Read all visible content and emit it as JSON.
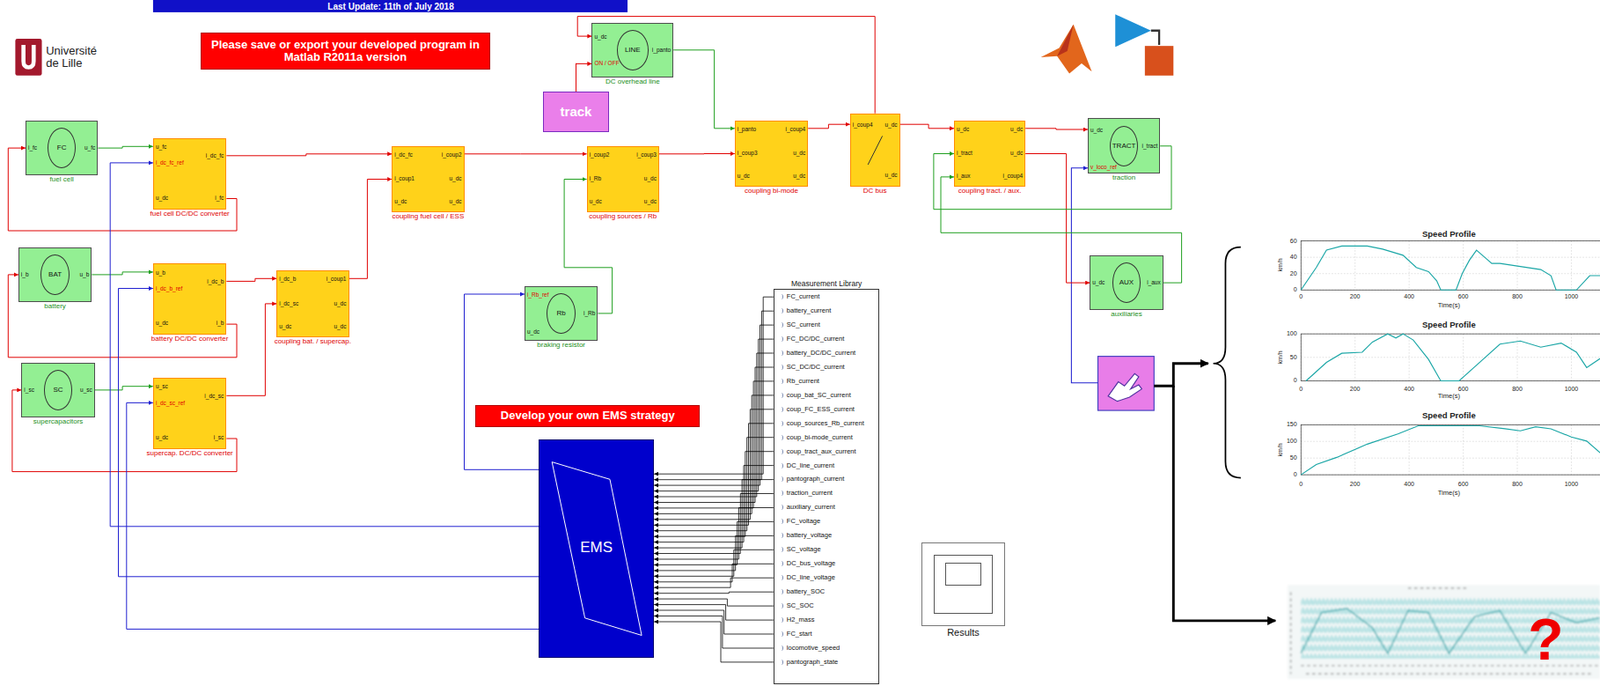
{
  "diagram": {
    "nodes": [
      {
        "text": [
          "Please save or export your developed program in Matlab R2011a version"
        ]
      },
      {
        "text": [
          "LINE",
          "u_dc",
          "ON / OFF",
          "i_panto",
          "DC overhead line"
        ]
      },
      {
        "text": [
          "track"
        ]
      },
      {
        "text": [
          "FC",
          "i_fc",
          "u_fc",
          "fuel cell"
        ]
      },
      {
        "text": [
          "u_fc",
          "i_dc_fc_ref",
          "u_dc",
          "i_dc_fc",
          "i_fc",
          "fuel cell DC/DC converter"
        ]
      },
      {
        "text": [
          "i_dc_fc",
          "i_coup1",
          "u_dc",
          "i_coup2",
          "u_dc",
          "u_dc",
          "coupling fuel cell / ESS"
        ]
      },
      {
        "text": [
          "i_coup2",
          "i_Rb",
          "u_dc",
          "i_coup3",
          "u_dc",
          "u_dc",
          "coupling sources / Rb"
        ]
      },
      {
        "text": [
          "i_panto",
          "i_coup3",
          "u_dc",
          "i_coup4",
          "u_dc",
          "u_dc",
          "coupling bi-mode"
        ]
      },
      {
        "text": [
          "i_coup4",
          "u_dc",
          "u_dc",
          "DC bus"
        ]
      },
      {
        "text": [
          "u_dc",
          "i_tract",
          "i_aux",
          "u_dc",
          "u_dc",
          "i_coup4",
          "coupling tract. / aux."
        ]
      },
      {
        "text": [
          "TRACT",
          "u_dc",
          "v_loco_ref",
          "i_tract",
          "traction"
        ]
      },
      {
        "text": [
          "BAT",
          "i_b",
          "u_b",
          "battery"
        ]
      },
      {
        "text": [
          "u_b",
          "i_dc_b_ref",
          "u_dc",
          "i_dc_b",
          "i_b",
          "battery DC/DC converter"
        ]
      },
      {
        "text": [
          "i_dc_b",
          "i_dc_sc",
          "u_dc",
          "i_coup1",
          "u_dc",
          "u_dc",
          "coupling bat. / supercap."
        ]
      },
      {
        "text": [
          "Rb",
          "i_Rb_ref",
          "u_dc",
          "i_Rb",
          "braking resistor"
        ]
      },
      {
        "text": [
          "AUX",
          "u_dc",
          "i_aux",
          "auxiliaries"
        ]
      },
      {
        "text": [
          "SC",
          "i_sc",
          "u_sc",
          "supercapacitors"
        ]
      },
      {
        "text": [
          "u_sc",
          "i_dc_sc_ref",
          "u_dc",
          "i_dc_sc",
          "i_sc",
          "supercap. DC/DC converter"
        ]
      },
      {
        "text": [
          "Develop your own EMS strategy"
        ]
      },
      {
        "text": [
          "EMS"
        ]
      },
      {
        "text": [
          "Measurement Library",
          "FC_current",
          "battery_current",
          "SC_current",
          "FC_DC/DC_current",
          "battery_DC/DC_current",
          "SC_DC/DC_current",
          "Rb_current",
          "coup_bat_SC_current",
          "coup_FC_ESS_current",
          "coup_sources_Rb_current",
          "coup_bi-mode_current",
          "coup_tract_aux_current",
          "DC_line_current",
          "pantograph_current",
          "traction_current",
          "auxiliary_current",
          "FC_voltage",
          "battery_voltage",
          "SC_voltage",
          "DC_bus_voltage",
          "DC_line_voltage",
          "battery_SOC",
          "SC_SOC",
          "H2_mass",
          "FC_start",
          "locomotive_speed",
          "pantograph_state"
        ]
      },
      {
        "text": [
          "Results"
        ]
      }
    ],
    "edges": [
      {
        "from": 3,
        "to": 4,
        "arrow": "to"
      },
      {
        "from": 4,
        "to": 3,
        "arrow": "to"
      },
      {
        "from": 11,
        "to": 12,
        "arrow": "to"
      },
      {
        "from": 12,
        "to": 11,
        "arrow": "to"
      },
      {
        "from": 16,
        "to": 17,
        "arrow": "to"
      },
      {
        "from": 17,
        "to": 16,
        "arrow": "to"
      },
      {
        "from": 19,
        "to": 4,
        "arrow": "to"
      },
      {
        "from": 19,
        "to": 12,
        "arrow": "to"
      },
      {
        "from": 19,
        "to": 17,
        "arrow": "to"
      },
      {
        "from": 19,
        "to": 14,
        "arrow": "to"
      },
      {
        "from": 4,
        "to": 5,
        "arrow": "to"
      },
      {
        "from": 12,
        "to": 13,
        "arrow": "to"
      },
      {
        "from": 17,
        "to": 13,
        "arrow": "to"
      },
      {
        "from": 13,
        "to": 5,
        "arrow": "to"
      },
      {
        "from": 5,
        "to": 6,
        "arrow": "to"
      },
      {
        "from": 14,
        "to": 6,
        "arrow": "to"
      },
      {
        "from": 6,
        "to": 7,
        "arrow": "to"
      },
      {
        "from": 1,
        "to": 7,
        "arrow": "to"
      },
      {
        "from": 2,
        "to": 1,
        "arrow": "to"
      },
      {
        "from": 7,
        "to": 8,
        "arrow": "to"
      },
      {
        "from": 8,
        "to": 9,
        "arrow": "to"
      },
      {
        "from": 9,
        "to": 10,
        "arrow": "to"
      },
      {
        "from": 9,
        "to": 15,
        "arrow": "to"
      },
      {
        "from": 10,
        "to": 9,
        "arrow": "to"
      },
      {
        "from": 15,
        "to": 9,
        "arrow": "to"
      },
      {
        "from": 8,
        "to": 1,
        "arrow": "to"
      },
      {
        "from": 20,
        "to": 19,
        "arrow": "to"
      }
    ],
    "labels": [
      "Last Update: 11th of July 2018",
      "Université de Lille",
      "Speed Profile",
      "km/h",
      "60",
      "40",
      "20",
      "0",
      "0",
      "200",
      "400",
      "600",
      "800",
      "1000",
      "Time(s)",
      "Speed Profile",
      "km/h",
      "100",
      "50",
      "0",
      "0",
      "200",
      "400",
      "600",
      "800",
      "1000",
      "Time(s)",
      "Speed Profile",
      "km/h",
      "150",
      "100",
      "50",
      "0",
      "0",
      "200",
      "400",
      "600",
      "800",
      "1000",
      "Time(s)",
      "?"
    ]
  }
}
